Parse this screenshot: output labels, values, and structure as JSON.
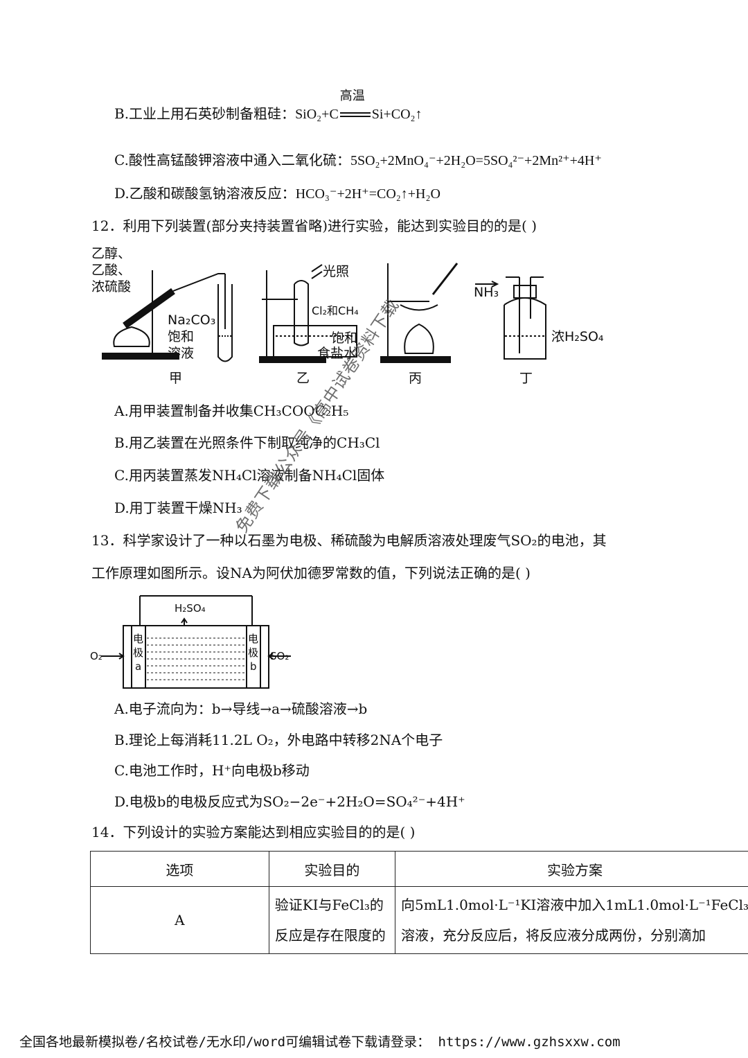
{
  "q11": {
    "b_text": "B.工业上用石英砂制备粗硅：",
    "b_left": "SiO₂+C",
    "b_cond": "高温",
    "b_right": "Si+CO₂↑",
    "c_text": "C.酸性高锰酸钾溶液中通入二氧化硫：",
    "c_formula": "5SO₂+2MnO₄⁻+2H₂O=5SO₄²⁻+2Mn²⁺+4H⁺",
    "d_text": "D.乙酸和碳酸氢钠溶液反应：",
    "d_formula": "HCO₃⁻+2H⁺=CO₂↑+H₂O"
  },
  "q12": {
    "stem": "12．利用下列装置(部分夹持装置省略)进行实验，能达到实验目的的是(      )",
    "figure": {
      "jia_label_1": "乙醇、",
      "jia_label_2": "乙酸、",
      "jia_label_3": "浓硫酸",
      "jia_label_4": "Na₂CO₃",
      "jia_label_5": "饱和",
      "jia_label_6": "溶液",
      "yi_light": "光照",
      "yi_gas": "Cl₂和CH₄",
      "yi_water_1": "饱和",
      "yi_water_2": "食盐水",
      "ding_gas": "NH₃",
      "ding_acid": "浓H₂SO₄",
      "name_jia": "甲",
      "name_yi": "乙",
      "name_bing": "丙",
      "name_ding": "丁"
    },
    "opt_a": "A.用甲装置制备并收集CH₃COOC₂H₅",
    "opt_b": "B.用乙装置在光照条件下制取纯净的CH₃Cl",
    "opt_c": "C.用丙装置蒸发NH₄Cl溶液制备NH₄Cl固体",
    "opt_d": "D.用丁装置干燥NH₃"
  },
  "q13": {
    "stem_1": "13．科学家设计了一种以石墨为电极、稀硫酸为电解质溶液处理废气SO₂的电池，其",
    "stem_2": "工作原理如图所示。设NA为阿伏加德罗常数的值，下列说法正确的是(      )",
    "figure": {
      "product": "H₂SO₄",
      "o2": "O₂",
      "so2": "SO₂",
      "electrode_a": [
        "电",
        "极",
        "a"
      ],
      "electrode_b": [
        "电",
        "极",
        "b"
      ]
    },
    "opt_a": "A.电子流向为：b→导线→a→硫酸溶液→b",
    "opt_b": "B.理论上每消耗11.2L O₂，外电路中转移2NA个电子",
    "opt_c": "C.电池工作时，H⁺向电极b移动",
    "opt_d": "D.电极b的电极反应式为SO₂−2e⁻+2H₂O=SO₄²⁻+4H⁺"
  },
  "q14": {
    "stem": "14．下列设计的实验方案能达到相应实验目的的是(      )",
    "headers": [
      "选项",
      "实验目的",
      "实验方案"
    ],
    "row_option": "A",
    "row_purpose_1": "验证KI与FeCl₃的",
    "row_purpose_2": "反应是存在限度的",
    "row_plan_1": "向5mL1.0mol·L⁻¹KI溶液中加入1mL1.0mol·L⁻¹FeCl₃",
    "row_plan_2": "溶液，充分反应后，将反应液分成两份，分别滴加"
  },
  "watermark": "免费下载公众号《高中试卷资料下载",
  "footer": "全国各地最新模拟卷/名校试卷/无水印/word可编辑试卷下载请登录： https://www.gzhsxxw.com"
}
